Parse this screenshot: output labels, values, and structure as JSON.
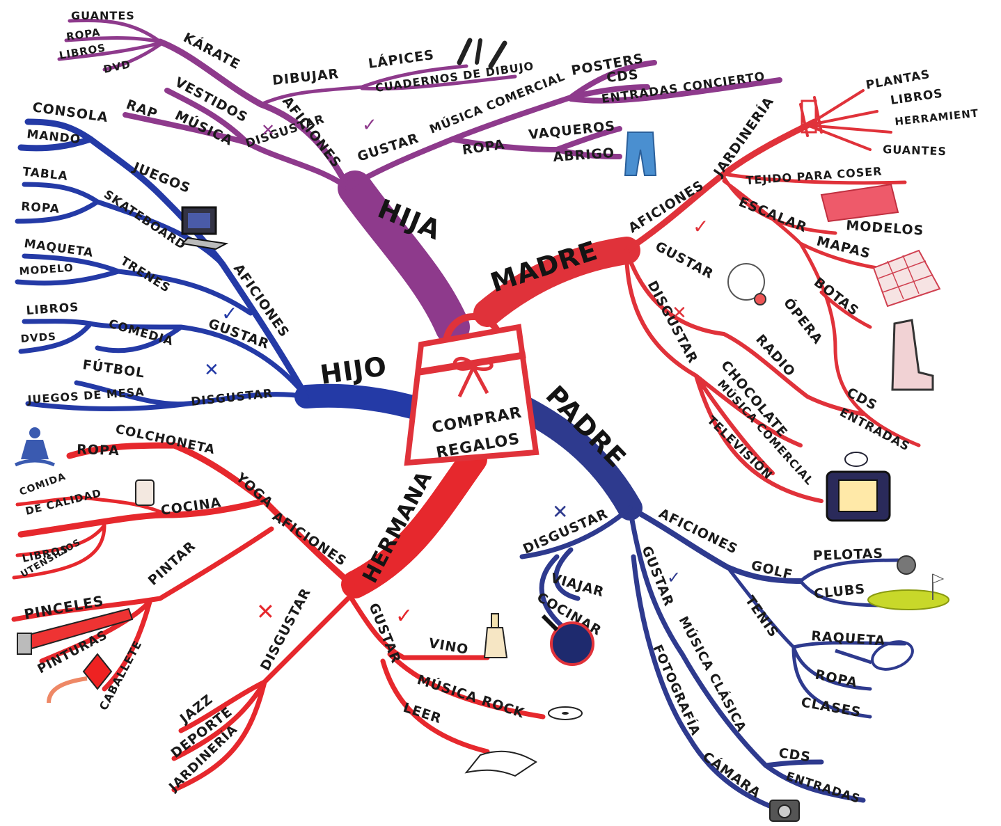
{
  "colors": {
    "hija": "#8e3a8c",
    "madre": "#e0323a",
    "padre": "#2e3a8e",
    "hijo": "#243aa6",
    "hermana": "#e6282d",
    "ink": "#141414"
  },
  "center": {
    "line1": "COMPRAR",
    "line2": "REGALOS"
  },
  "branches": {
    "hija": {
      "name": "HIJA",
      "labels": {
        "aficiones": "AFICIONES",
        "karate": "KÁRATE",
        "guantes": "GUANTES",
        "ropa": "ROPA",
        "libros": "LIBROS",
        "dvd": "DVD",
        "dibujar": "DIBUJAR",
        "lapices": "LÁPICES",
        "cuadernos": "CUADERNOS DE DIBUJO",
        "disgustar": "DISGUSTAR",
        "musica": "MÚSICA",
        "rap": "RAP",
        "vestidos": "VESTIDOS",
        "gustar": "GUSTAR",
        "musica_comercial": "MÚSICA COMERCIAL",
        "posters": "POSTERS",
        "cds": "CDS",
        "entradas": "ENTRADAS CONCIERTO",
        "ropa2": "ROPA",
        "vaqueros": "VAQUEROS",
        "abrigo": "ABRIGO"
      }
    },
    "madre": {
      "name": "MADRE",
      "labels": {
        "aficiones": "AFICIONES",
        "jardineria": "JARDINERÍA",
        "plantas": "PLANTAS",
        "libros": "LIBROS",
        "herramientas": "HERRAMIENT",
        "guantes": "GUANTES",
        "tejido": "TEJIDO PARA COSER",
        "modelos": "MODELOS",
        "escalar": "ESCALAR",
        "mapas": "MAPAS",
        "botas": "BOTAS",
        "gustar": "GUSTAR",
        "opera": "ÓPERA",
        "radio": "RADIO",
        "cds": "CDS",
        "entradas": "ENTRADAS",
        "disgustar": "DISGUSTAR",
        "chocolate": "CHOCOLATE",
        "musica_comercial": "MÚSICA COMERCIAL",
        "television": "TELEVISIÓN"
      }
    },
    "padre": {
      "name": "PADRE",
      "labels": {
        "aficiones": "AFICIONES",
        "golf": "GOLF",
        "pelotas": "PELOTAS",
        "clubs": "CLUBS",
        "tenis": "TENIS",
        "raqueta": "RAQUETA",
        "ropa": "ROPA",
        "clases": "CLASES",
        "gustar": "GUSTAR",
        "musica_clasica": "MÚSICA CLÁSICA",
        "cds": "CDS",
        "entradas": "ENTRADAS",
        "fotografia": "FOTOGRAFÍA",
        "camara": "CÁMARA",
        "disgustar": "DISGUSTAR",
        "viajar": "VIAJAR",
        "cocinar": "COCINAR"
      }
    },
    "hijo": {
      "name": "HIJO",
      "labels": {
        "aficiones": "AFICIONES",
        "juegos": "JUEGOS",
        "consola": "CONSOLA",
        "mando": "MANDO",
        "skateboard": "SKATEBOARD",
        "tabla": "TABLA",
        "ropa": "ROPA",
        "trenes": "TRENES",
        "maqueta": "MAQUETA",
        "modelo": "MODELO",
        "gustar": "GUSTAR",
        "comedia": "COMEDIA",
        "libros": "LIBROS",
        "dvds": "DVDS",
        "disgustar": "DISGUSTAR",
        "futbol": "FÚTBOL",
        "juegos_mesa": "JUEGOS DE MESA"
      }
    },
    "hermana": {
      "name": "HERMANA",
      "labels": {
        "aficiones": "AFICIONES",
        "yoga": "YOGA",
        "colchoneta": "COLCHONETA",
        "ropa": "ROPA",
        "cocina": "COCINA",
        "comida1": "COMIDA",
        "comida2": "DE CALIDAD",
        "libros": "LIBROS",
        "utensilios": "UTENSILIOS",
        "pintar": "PINTAR",
        "pinceles": "PINCELES",
        "pinturas": "PINTURAS",
        "caballete": "CABALLETE",
        "disgustar": "DISGUSTAR",
        "jazz": "JAZZ",
        "deporte": "DEPORTE",
        "jardineria": "JARDINERÍA",
        "gustar": "GUSTAR",
        "vino": "VINO",
        "musica_rock": "MÚSICA ROCK",
        "leer": "LEER"
      }
    }
  },
  "icons": [
    "shopping-bag-icon",
    "pencils-icon",
    "jeans-icon",
    "glove-icon",
    "fabric-roll-icon",
    "map-icon",
    "boot-icon",
    "opera-singer-icon",
    "tv-icon",
    "golf-ball-icon",
    "golf-green-icon",
    "tennis-racket-icon",
    "camera-icon",
    "frying-pan-icon",
    "computer-icon",
    "yoga-icon",
    "jar-icon",
    "paint-tube-icon",
    "paintbrush-icon",
    "wine-bottle-icon",
    "cd-icon",
    "book-icon"
  ]
}
